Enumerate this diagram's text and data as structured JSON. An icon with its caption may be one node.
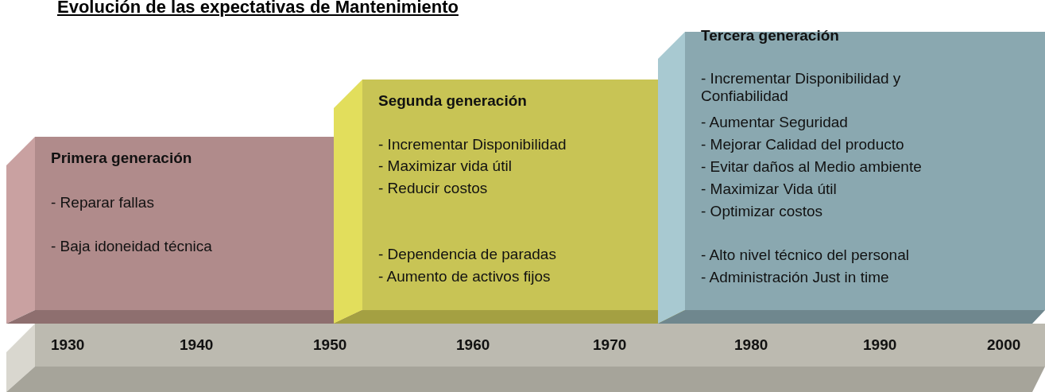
{
  "diagram": {
    "title": "Evolución de las expectativas de Mantenimiento",
    "nodes": [
      {
        "text": [
          "Primera generación",
          "- Reparar fallas",
          "- Baja idoneidad técnica"
        ]
      },
      {
        "text": [
          "Segunda generación",
          "- Incrementar Disponibilidad",
          "- Maximizar vida útil",
          "- Reducir costos",
          "- Dependencia de paradas",
          "- Aumento de activos fijos"
        ]
      },
      {
        "text": [
          "Tercera generación",
          "- Incrementar Disponibilidad y Confiabilidad",
          "- Aumentar Seguridad",
          "- Mejorar Calidad del producto",
          "- Evitar daños al Medio ambiente",
          "- Maximizar Vida útil",
          "- Optimizar costos",
          "- Alto nivel técnico del personal",
          "- Administración Just in time"
        ]
      },
      {
        "text": [
          "1930",
          "1940",
          "1950",
          "1960",
          "1970",
          "1980",
          "1990",
          "2000"
        ]
      }
    ],
    "edges": []
  }
}
